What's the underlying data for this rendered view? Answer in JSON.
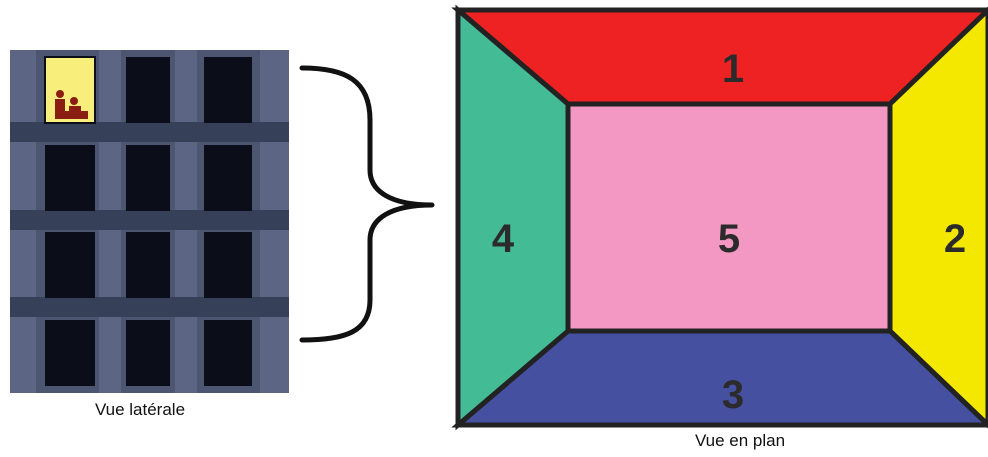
{
  "side_view": {
    "caption": "Vue latérale",
    "colors": {
      "wall": "#4d5670",
      "pillar": "#5c6684",
      "window": "#0b0d18",
      "lit_window": "#f7ee7c",
      "figure": "#8b1e12"
    }
  },
  "plan_view": {
    "caption": "Vue en plan",
    "zones": [
      {
        "label": "1",
        "position": "top",
        "color": "#ee2222"
      },
      {
        "label": "2",
        "position": "right",
        "color": "#f5e800"
      },
      {
        "label": "3",
        "position": "bottom",
        "color": "#4650a0"
      },
      {
        "label": "4",
        "position": "left",
        "color": "#43bc95"
      },
      {
        "label": "5",
        "position": "center",
        "color": "#f398c2"
      }
    ]
  }
}
